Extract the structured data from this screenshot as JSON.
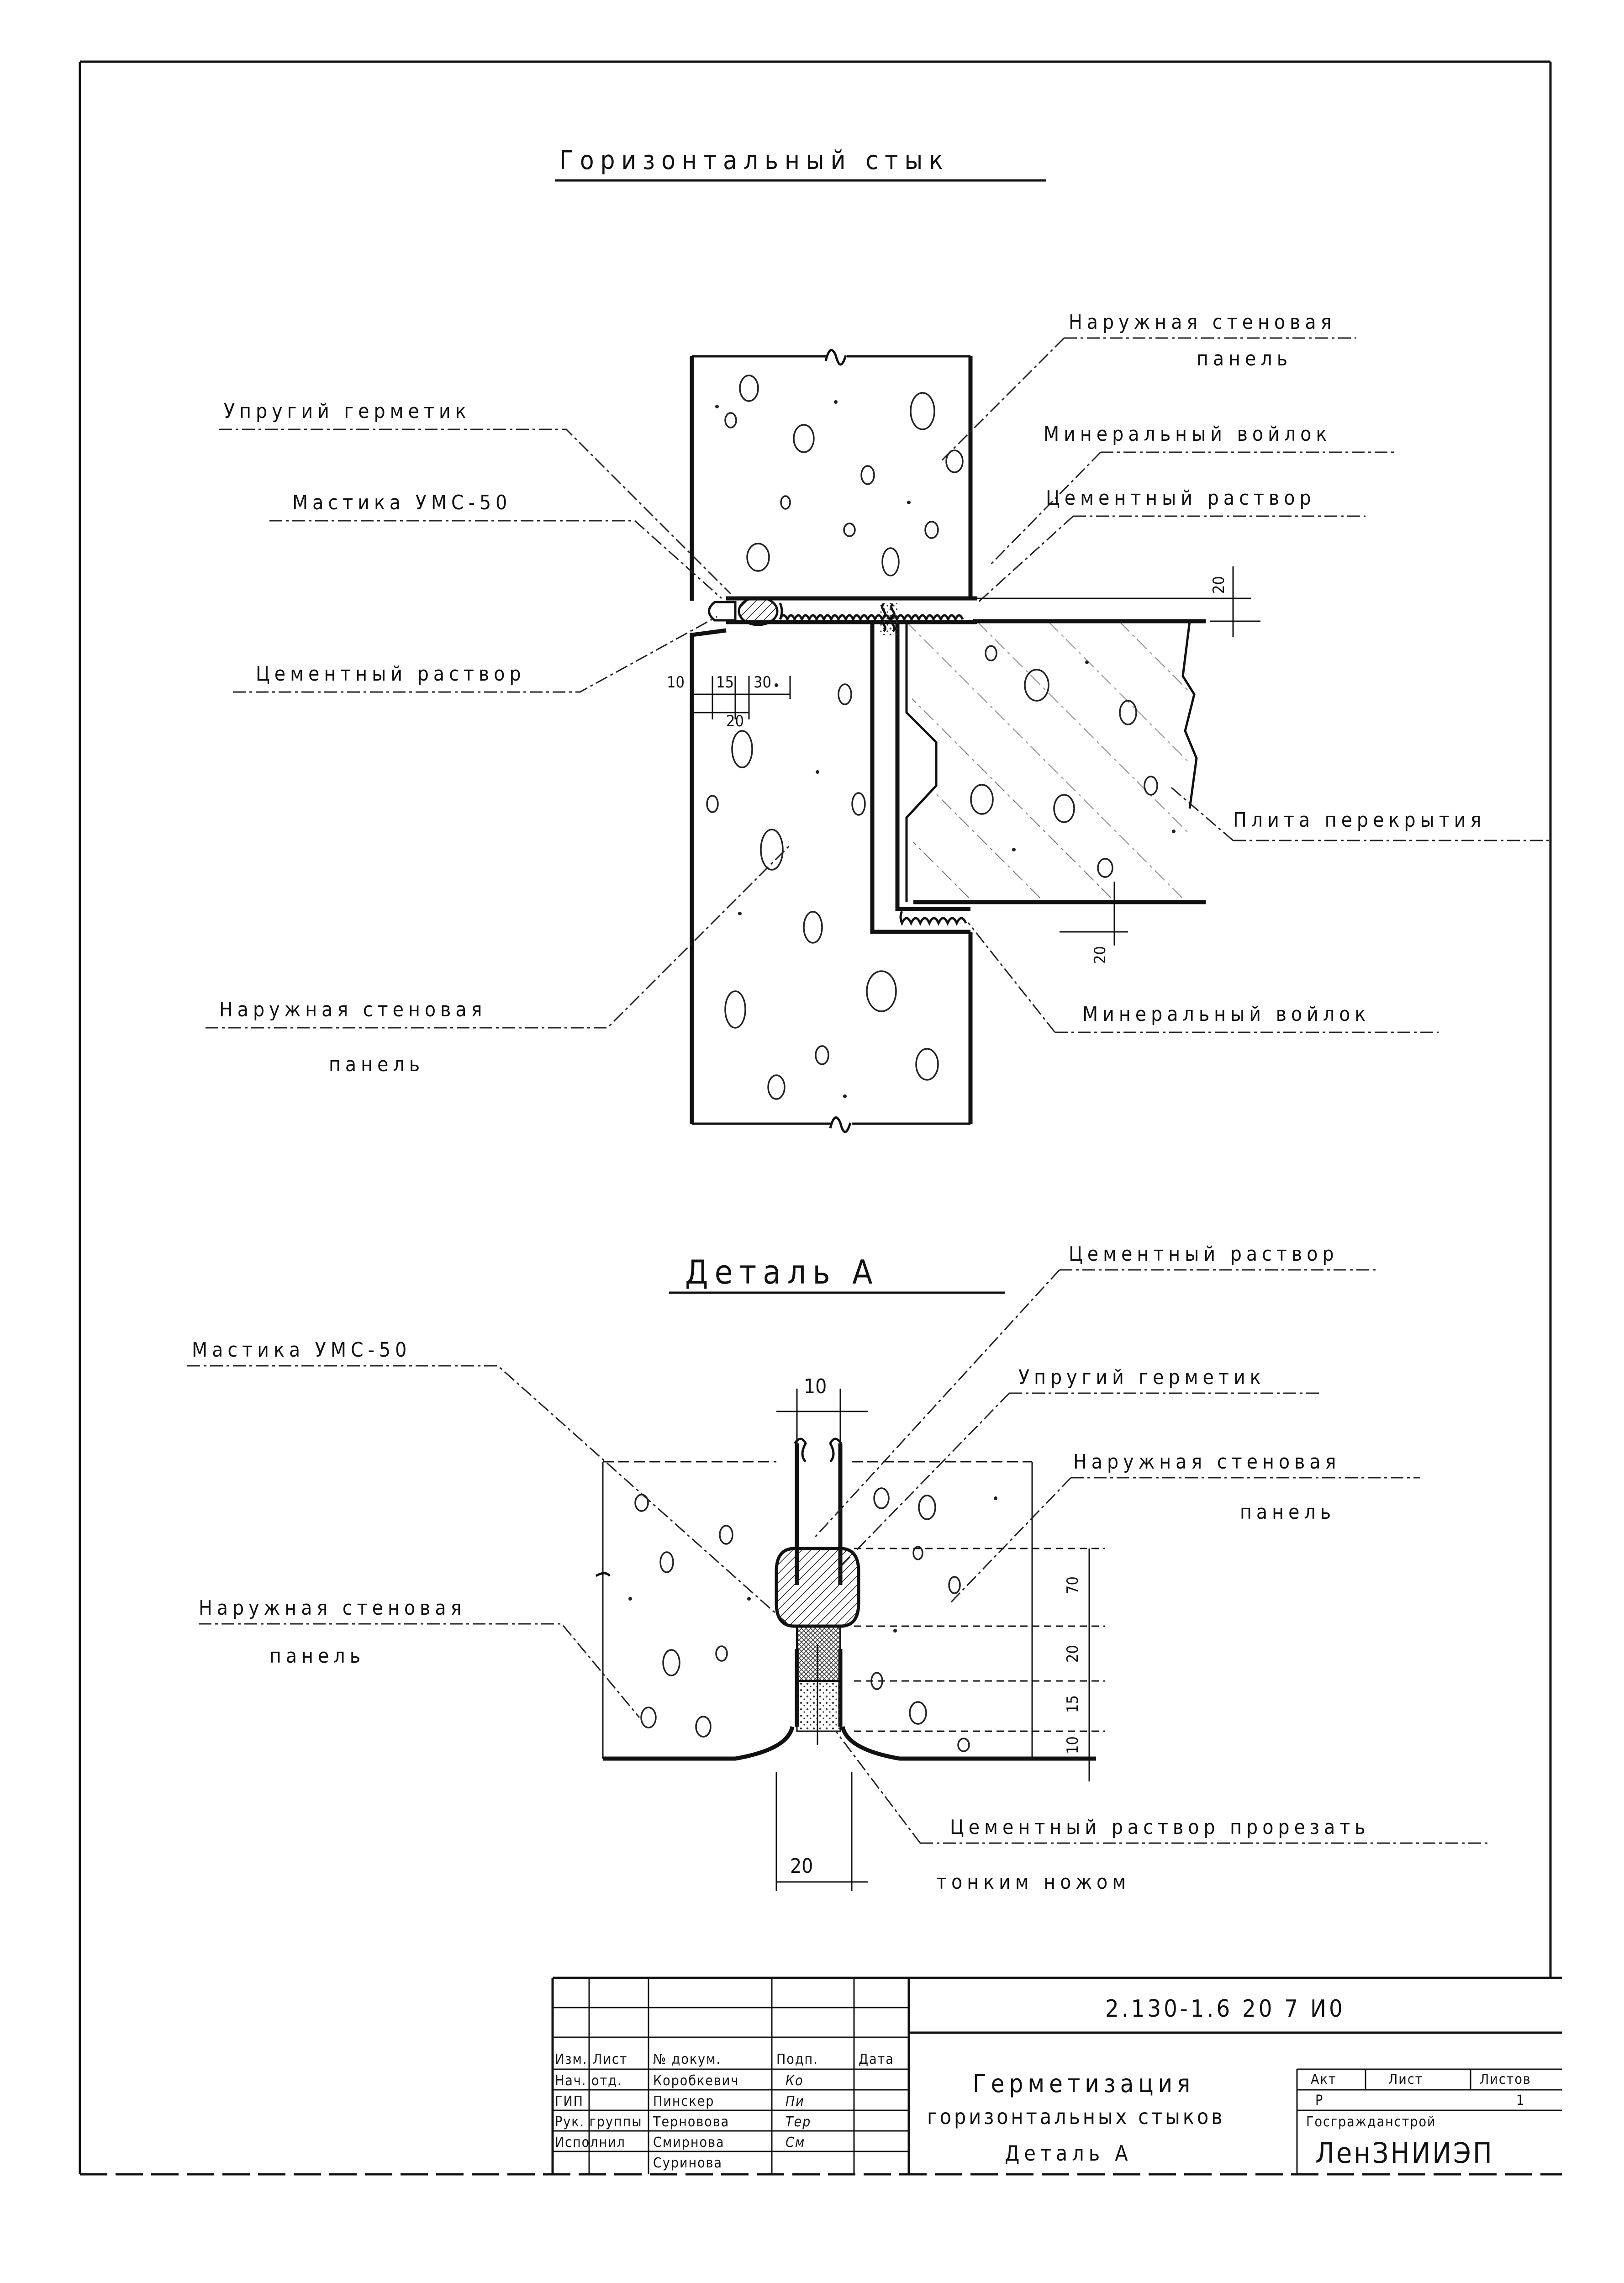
{
  "main_view": {
    "title": "Горизонтальный стык",
    "labels": {
      "outer_panel_top_1": "Наружная стеновая",
      "outer_panel_top_2": "панель",
      "elastic_sealant": "Упругий герметик",
      "mineral_felt_top": "Минеральный войлок",
      "mastic": "Мастика УМС-50",
      "cement_mortar_top": "Цементный раствор",
      "cement_mortar_left": "Цементный раствор",
      "floor_slab": "Плита перекрытия",
      "outer_panel_bottom_1": "Наружная стеновая",
      "outer_panel_bottom_2": "панель",
      "mineral_felt_bottom": "Минеральный войлок"
    },
    "dims": {
      "d10": "10",
      "d15": "15",
      "d30": "30",
      "d20": "20",
      "d20_top": "20",
      "d20_bottom": "20"
    }
  },
  "detail_view": {
    "title": "Деталь А",
    "labels": {
      "cement_mortar": "Цементный раствор",
      "mastic": "Мастика УМС-50",
      "elastic_sealant": "Упругий герметик",
      "outer_panel_right_1": "Наружная стеновая",
      "outer_panel_right_2": "панель",
      "outer_panel_left_1": "Наружная стеновая",
      "outer_panel_left_2": "панель",
      "cut_note_1": "Цементный раствор прорезать",
      "cut_note_2": "тонким ножом"
    },
    "dims": {
      "top10": "10",
      "v70": "70",
      "v20": "20",
      "v15": "15",
      "v10": "10",
      "bottom20": "20"
    }
  },
  "title_block": {
    "code": "2.130-1.6 20 7 И0",
    "headers": {
      "change": "Изм.",
      "sheet_no": "Лист",
      "doc_no": "№ докум.",
      "sign": "Подп.",
      "date": "Дата"
    },
    "roles": [
      {
        "role": "Нач. отд.",
        "name": "Коробкевич",
        "sign": "Ко"
      },
      {
        "role": "ГИП",
        "name": "Пинскер",
        "sign": "Пи"
      },
      {
        "role": "Рук. группы",
        "name": "Терновова",
        "sign": "Тер"
      },
      {
        "role": "Исполнил",
        "name": "Смирнова",
        "sign": "См"
      },
      {
        "role": "",
        "name": "Суринова",
        "sign": ""
      }
    ],
    "drawing_title_1": "Герметизация",
    "drawing_title_2": "горизонтальных стыков",
    "drawing_title_3": "Деталь А",
    "stage_header": "Акт",
    "sheet_header": "Лист",
    "sheets_header": "Листов",
    "stage_value": "Р",
    "sheet_value": "1",
    "org_small": "Госгражданстрой",
    "org_name": "ЛенЗНИИЭП"
  }
}
